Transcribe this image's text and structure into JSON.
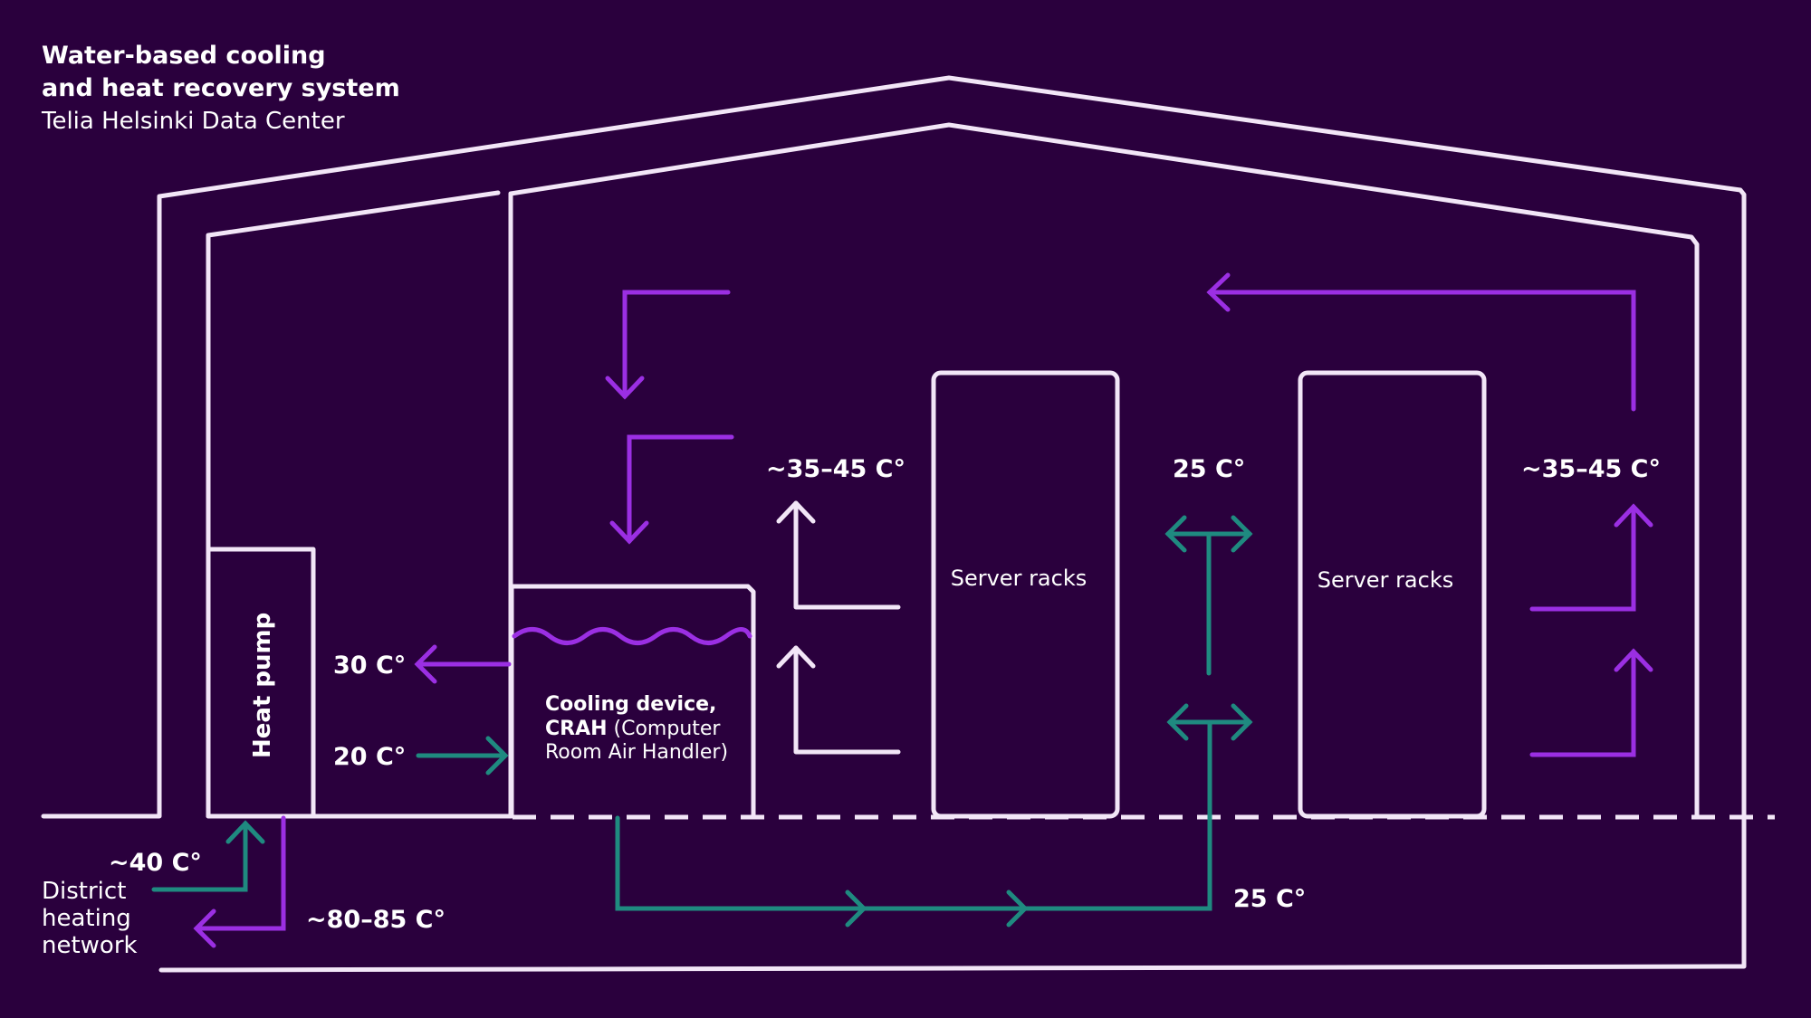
{
  "title": {
    "line1": "Water-based cooling",
    "line2": "and heat recovery system",
    "subtitle": "Telia Helsinki Data Center"
  },
  "components": {
    "heat_pump": "Heat pump",
    "cooling_device_bold1": "Cooling device,",
    "cooling_device_bold2": "CRAH",
    "cooling_device_rest1": " (Computer",
    "cooling_device_rest2": "Room Air Handler)",
    "server_racks_1": "Server racks",
    "server_racks_2": "Server racks"
  },
  "temperatures": {
    "crah_out": "30 C°",
    "crah_in": "20 C°",
    "hot_air_left": "~35–45  C°",
    "cold_aisle": "25 C°",
    "hot_air_right": "~35–45  C°",
    "water_return": "25 C°",
    "district_in": "~40  C°",
    "district_out": "~80–85  C°"
  },
  "district": {
    "line1": "District",
    "line2": "heating",
    "line3": "network"
  },
  "colors": {
    "background": "#2a003d",
    "outline": "#f2e6f7",
    "hot_flow": "#9b2fe3",
    "cool_flow": "#1f8a80"
  }
}
